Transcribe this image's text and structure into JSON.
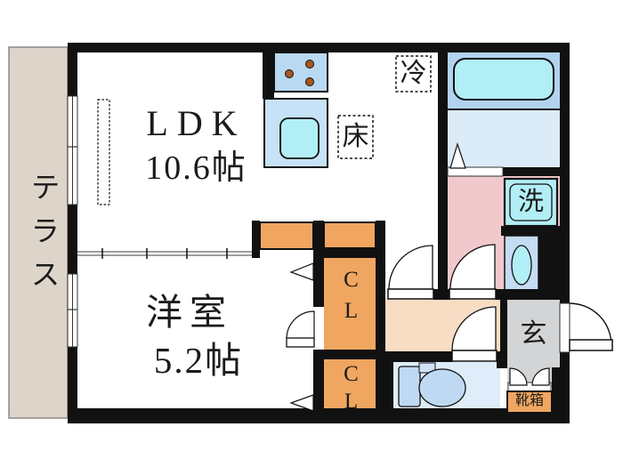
{
  "title": "apartment-floor-plan",
  "rooms": {
    "terrace": {
      "label": "テラス"
    },
    "ldk": {
      "label": "LDK",
      "size": "10.6帖"
    },
    "western_room": {
      "label": "洋室",
      "size": "5.2帖"
    },
    "closet_upper": {
      "label": "CL"
    },
    "closet_lower": {
      "label": "CL"
    },
    "refrigerator_space": {
      "label": "冷"
    },
    "floor_storage": {
      "label": "床"
    },
    "washing_machine": {
      "label": "洗"
    },
    "entrance": {
      "label": "玄"
    },
    "shoe_box": {
      "label": "靴箱"
    }
  },
  "colors": {
    "wall": "#111111",
    "terrace": "#ddd4ca",
    "closet_orange": "#f0a660",
    "hallway_peach": "#f6ddc3",
    "washroom_pink": "#f1c9cd",
    "genkan_gray": "#d3d4d6",
    "kitchen_blue": "#b9d9f2",
    "sink_unit_blue": "#c6e2f6",
    "fixture_cyan": "#b2eef5",
    "bath_zone_blue": "#b2d3ef",
    "bath_floor_blue": "#dcebf8",
    "toilet_floor_blue": "#deedf9",
    "toilet_fixture_blue": "#c0d9f3",
    "vanity_blue": "#c6dbf4"
  }
}
